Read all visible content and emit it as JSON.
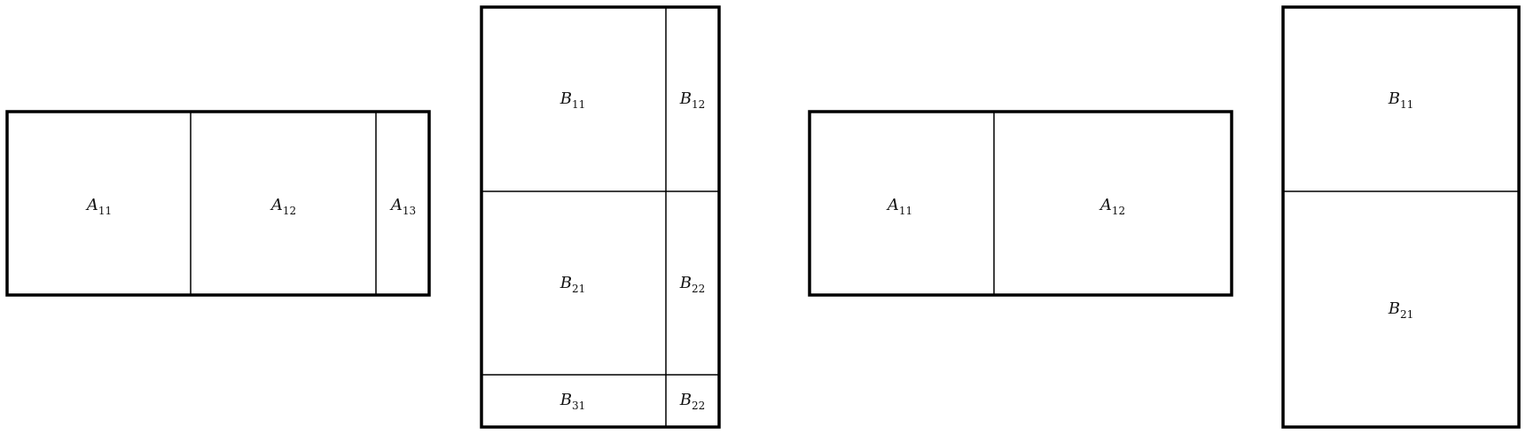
{
  "matrices": {
    "A_full": {
      "blocks": [
        {
          "letter": "A",
          "sub": "11"
        },
        {
          "letter": "A",
          "sub": "12"
        },
        {
          "letter": "A",
          "sub": "13"
        }
      ]
    },
    "B_full": {
      "blocks": [
        {
          "letter": "B",
          "sub": "11"
        },
        {
          "letter": "B",
          "sub": "12"
        },
        {
          "letter": "B",
          "sub": "21"
        },
        {
          "letter": "B",
          "sub": "22"
        },
        {
          "letter": "B",
          "sub": "31"
        },
        {
          "letter": "B",
          "sub": "22"
        }
      ]
    },
    "A_reduced": {
      "blocks": [
        {
          "letter": "A",
          "sub": "11"
        },
        {
          "letter": "A",
          "sub": "12"
        }
      ]
    },
    "B_reduced": {
      "blocks": [
        {
          "letter": "B",
          "sub": "11"
        },
        {
          "letter": "B",
          "sub": "21"
        }
      ]
    }
  }
}
